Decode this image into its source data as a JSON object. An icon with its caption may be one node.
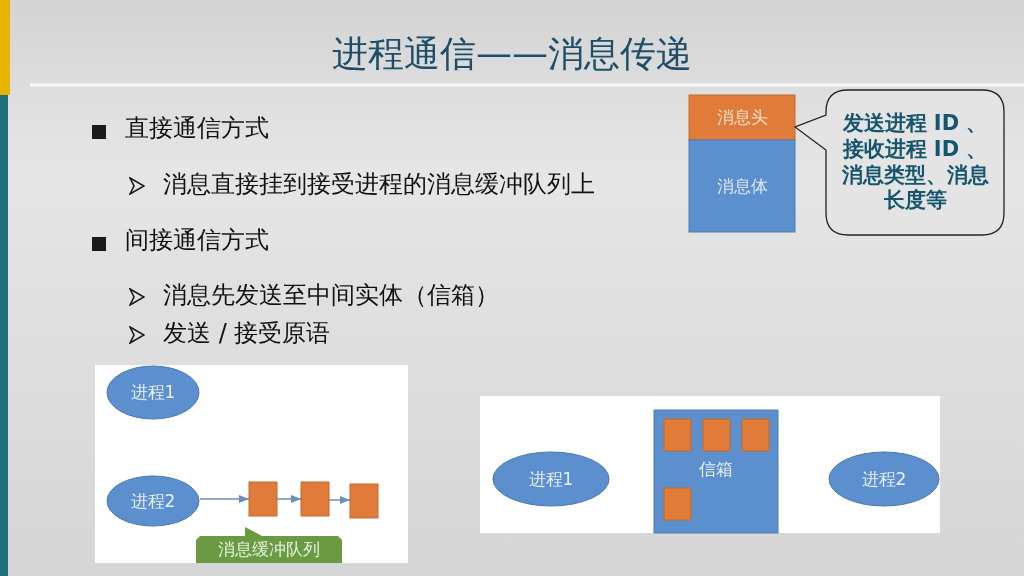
{
  "diagram": {
    "title": "进程通信——消息传递",
    "nodes": [
      {
        "text": [
          "消息头"
        ]
      },
      {
        "text": [
          "消息体"
        ]
      },
      {
        "text": [
          "发送进程 ID 、接收进程 ID 、消息类型、消息长度等"
        ]
      },
      {
        "text": [
          "进程1"
        ]
      },
      {
        "text": [
          "进程2"
        ]
      },
      {
        "text": [],
        "shape": "box"
      },
      {
        "text": [],
        "shape": "box"
      },
      {
        "text": [],
        "shape": "box"
      },
      {
        "text": [
          "消息缓冲队列"
        ]
      },
      {
        "text": [
          "进程1"
        ]
      },
      {
        "text": [
          "信箱"
        ]
      },
      {
        "text": [],
        "shape": "box",
        "in": 10
      },
      {
        "text": [],
        "shape": "box",
        "in": 10
      },
      {
        "text": [],
        "shape": "box",
        "in": 10
      },
      {
        "text": [],
        "shape": "box",
        "in": 10
      },
      {
        "text": [
          "进程2"
        ]
      }
    ],
    "edges": [
      {
        "from": 4,
        "to": 5,
        "arrow": "to"
      },
      {
        "from": 5,
        "to": 6,
        "arrow": "to"
      },
      {
        "from": 6,
        "to": 7,
        "arrow": "to"
      }
    ],
    "labels": [
      "直接通信方式",
      "消息直接挂到接受进程的消息缓冲队列上",
      "间接通信方式",
      "消息先发送至中间实体（信箱）",
      "发送 / 接受原语"
    ]
  }
}
